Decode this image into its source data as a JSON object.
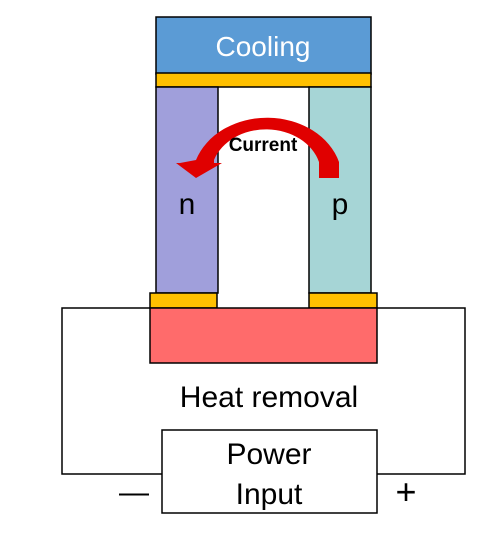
{
  "diagram": {
    "cooling_label": "Cooling",
    "current_label": "Current",
    "n_label": "n",
    "p_label": "p",
    "heat_label": "Heat removal",
    "power_line1": "Power",
    "power_line2": "Input",
    "minus_symbol": "—",
    "plus_symbol": "+"
  },
  "colors": {
    "cooling_block": "#5B9BD5",
    "contact_strip": "#FFC000",
    "n_leg": "#A09FDB",
    "p_leg": "#A6D5D6",
    "heat_block": "#FF6B6B",
    "current_arrow": "#E00000",
    "wire": "#000000"
  },
  "icons": {
    "arrow": "curved-arrow-icon"
  }
}
